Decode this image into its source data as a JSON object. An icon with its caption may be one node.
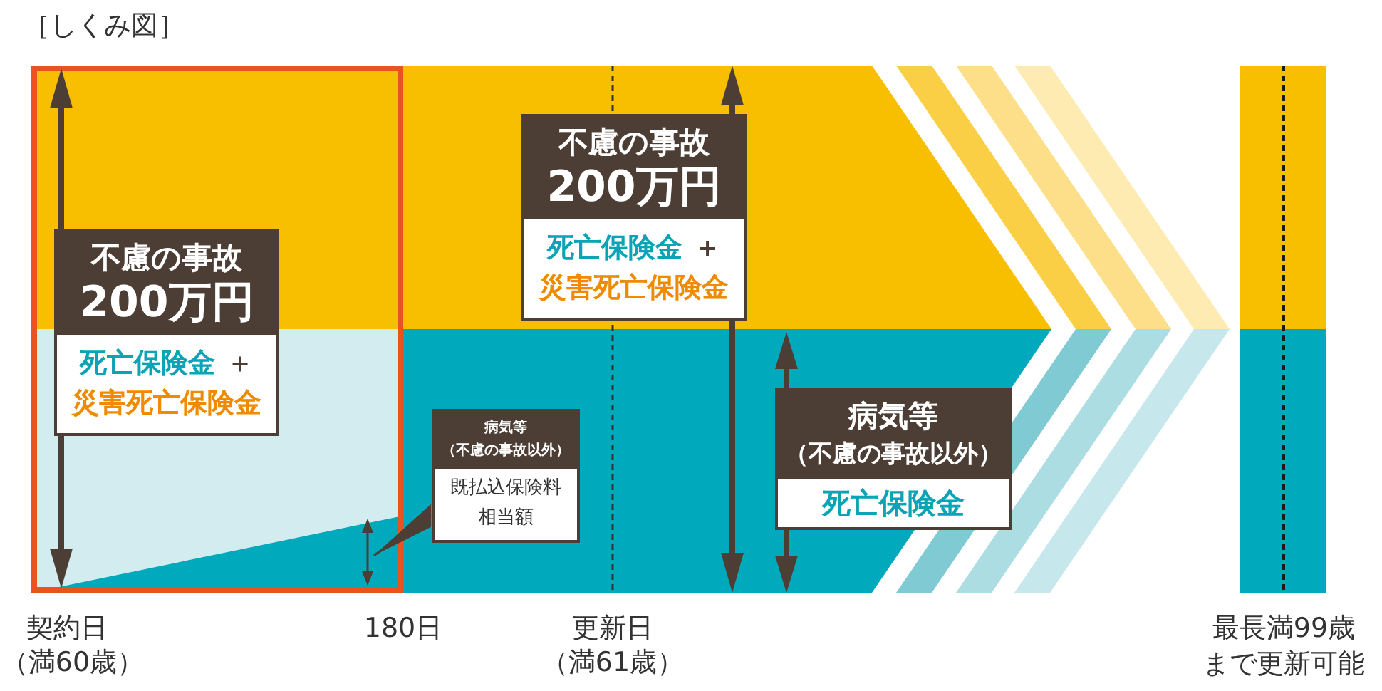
{
  "diagram": {
    "title": "［しくみ図］",
    "nodes": [
      {
        "text": [
          "不慮の事故",
          "200万円",
          "死亡保険金",
          "＋",
          "災害死亡保険金"
        ]
      },
      {
        "text": [
          "病気等",
          "（不慮の事故以外）",
          "既払込保険料相当額"
        ]
      },
      {
        "text": [
          "不慮の事故",
          "200万円",
          "死亡保険金",
          "＋",
          "災害死亡保険金"
        ]
      },
      {
        "text": [
          "病気等",
          "（不慮の事故以外）",
          "死亡保険金"
        ]
      },
      {
        "text": [],
        "shape": "arrow"
      }
    ],
    "edges": [
      {
        "from": 1,
        "to": 4,
        "arrow": "to"
      }
    ],
    "labels": [
      "契約日",
      "（満60歳）",
      "180日",
      "更新日",
      "（満61歳）",
      "最長満99歳まで更新可能"
    ]
  }
}
